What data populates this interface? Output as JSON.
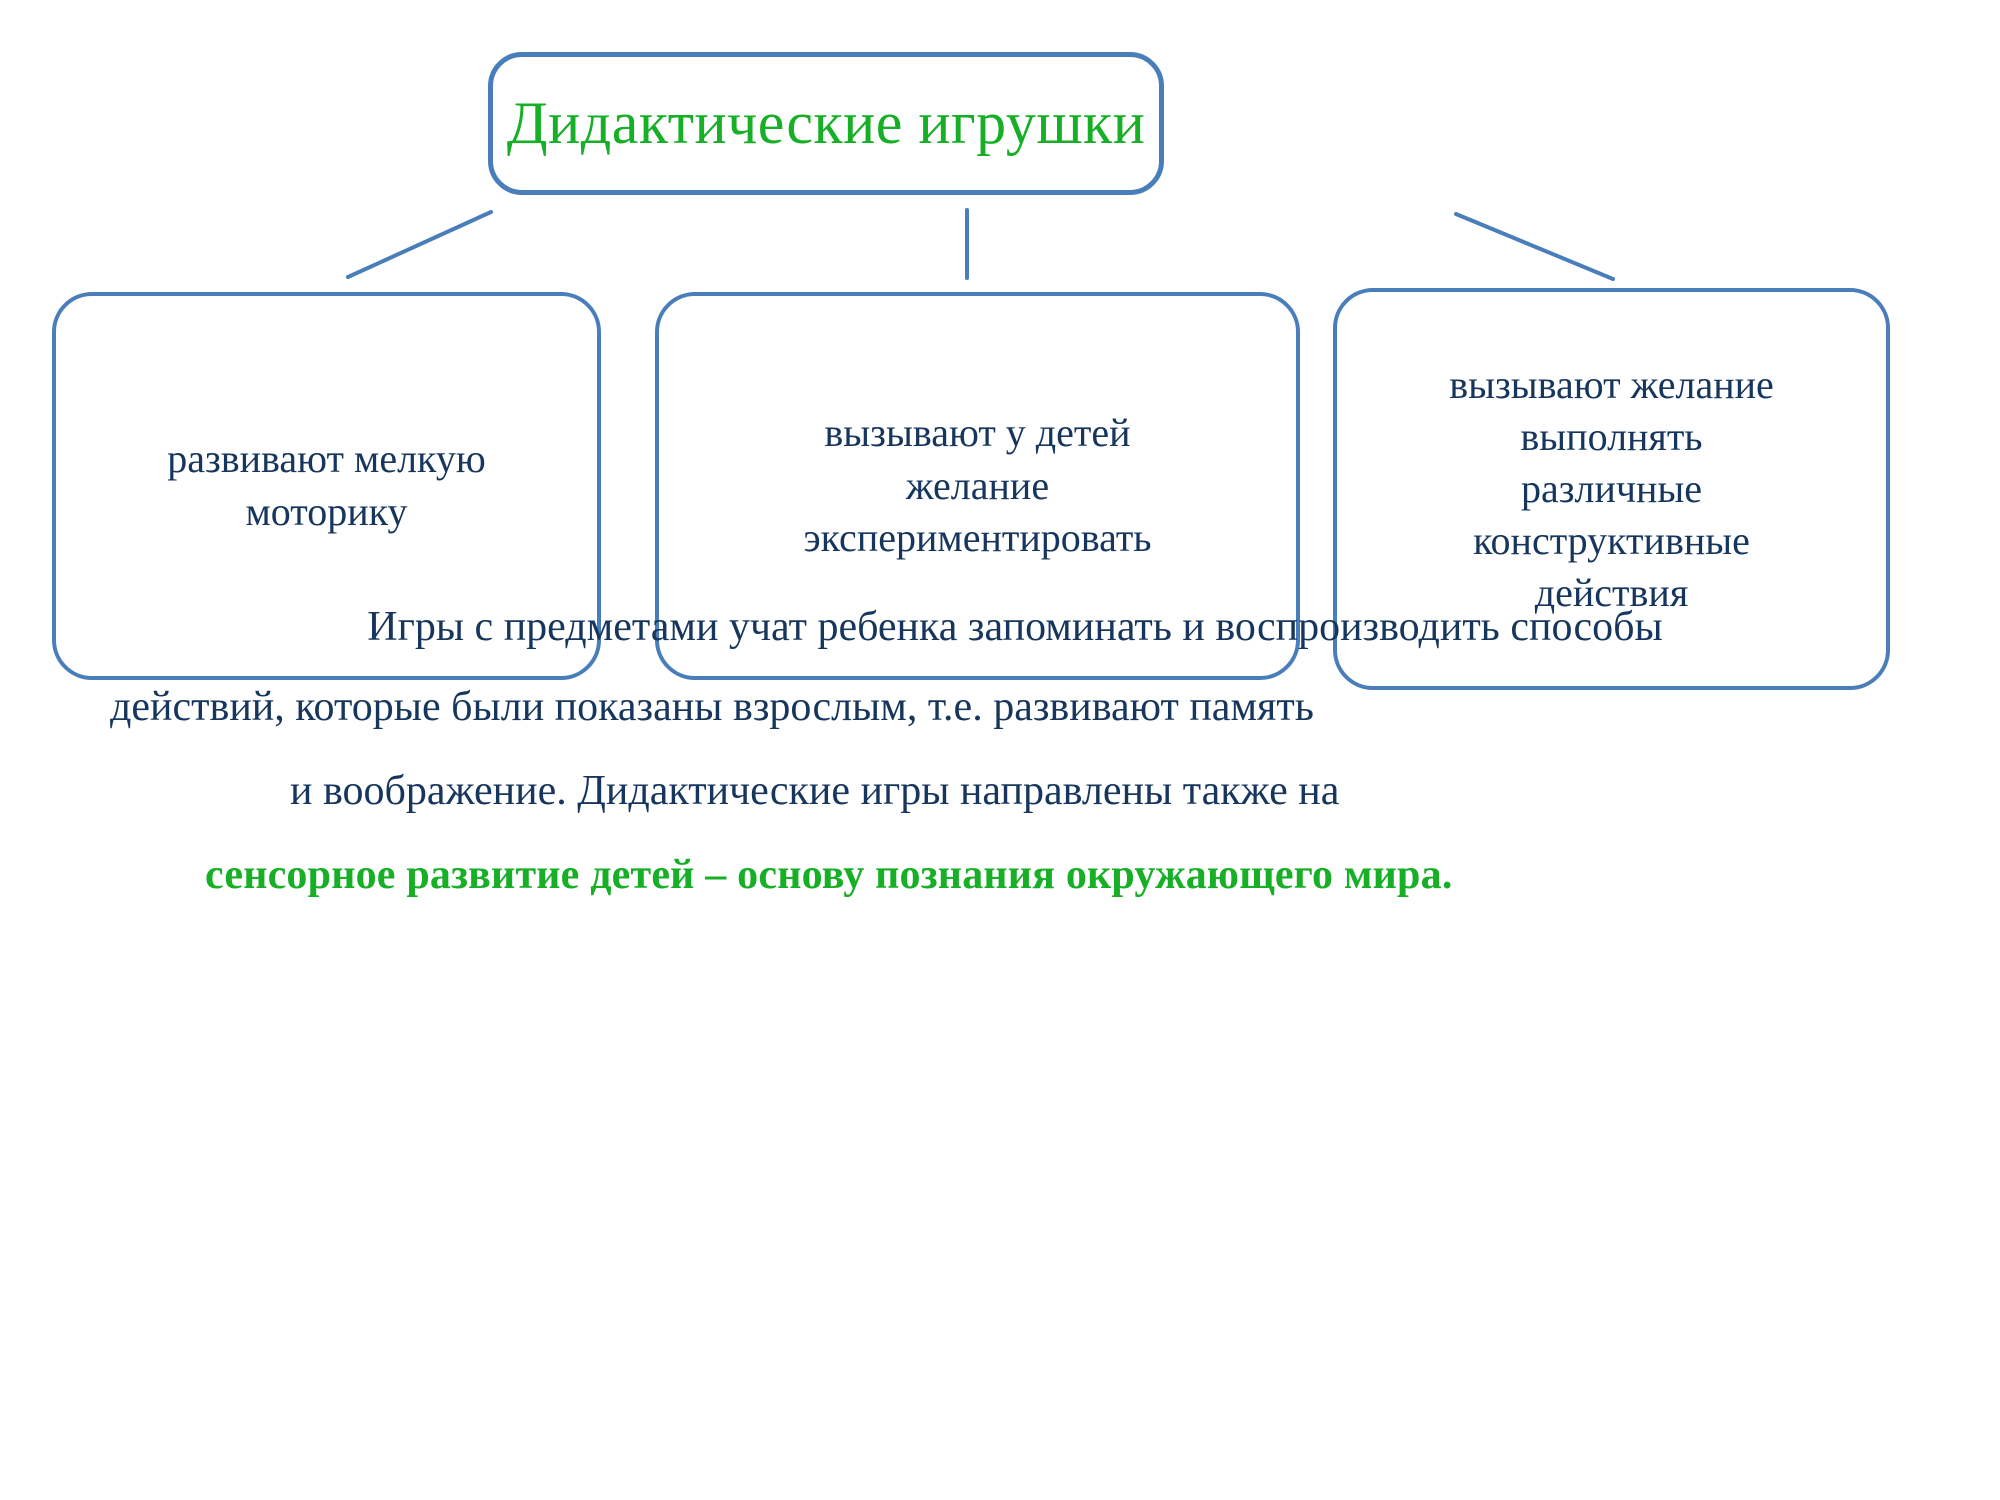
{
  "slide": {
    "background_color": "#ffffff",
    "box_border_color": "#4a7ebb",
    "green_text_color": "#17af26",
    "navy_text_color": "#17365d"
  },
  "diagram": {
    "title_node": {
      "label": "Дидактические игрушки"
    },
    "children": [
      {
        "id": "fine-motor",
        "lines": [
          "развивают мелкую",
          "моторику"
        ]
      },
      {
        "id": "experiment-desire",
        "lines": [
          "вызывают у детей",
          "желание",
          "экспериментировать"
        ]
      },
      {
        "id": "constructive-actions",
        "lines": [
          "вызывают желание",
          "выполнять",
          "различные",
          "конструктивные",
          "действия"
        ]
      }
    ]
  },
  "paragraph": {
    "line_1": "Игры с предметами учат ребенка запоминать и воспроизводить способы",
    "line_2": "действий, которые были показаны взрослым, т.е. развивают память",
    "line_3": "и воображение.  Дидактические игры направлены также на",
    "line_4": "сенсорное  развитие  детей  –  основу  познания  окружающего   мира."
  }
}
